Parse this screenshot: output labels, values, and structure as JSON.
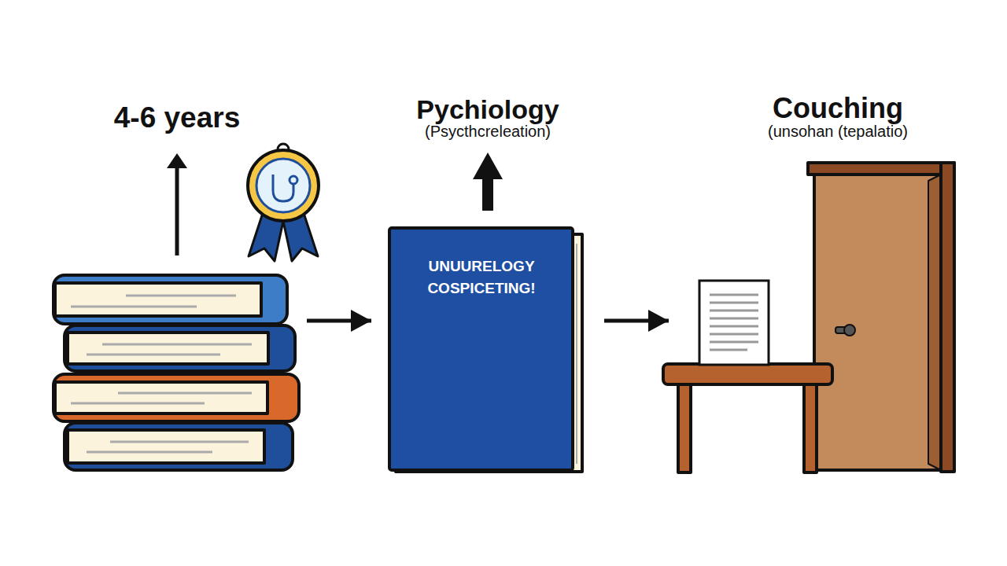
{
  "diagram": {
    "nodes": [
      {
        "text": [
          "4-6 years"
        ]
      },
      {
        "text": [
          "Pychiology",
          "(Psycthcreleation)",
          "UNUURELOGY COSPICETING!"
        ]
      },
      {
        "text": [
          "Couching",
          "(unsohan (tepalatio)"
        ]
      }
    ],
    "edges": [
      {
        "from": 0,
        "to": 1,
        "arrow": "to"
      },
      {
        "from": 1,
        "to": 2,
        "arrow": "to"
      }
    ]
  }
}
